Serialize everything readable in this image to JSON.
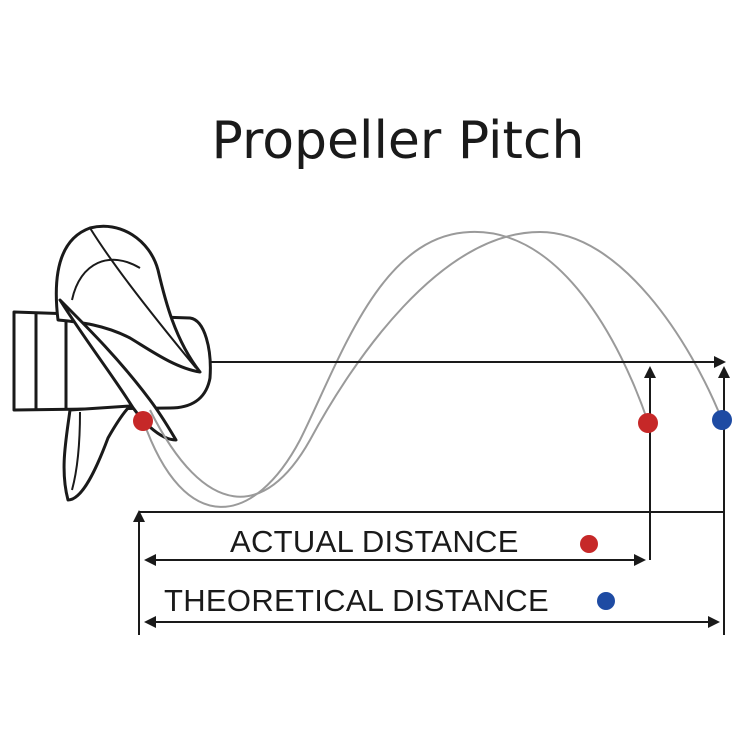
{
  "diagram": {
    "title": "Propeller Pitch",
    "actual_label": "ACTUAL DISTANCE",
    "theoretical_label": "THEORETICAL DISTANCE",
    "colors": {
      "actual_marker": "#c62828",
      "theoretical_marker": "#1e4ba3",
      "line": "#1a1a1a",
      "wave": "#9a9a9a"
    }
  }
}
